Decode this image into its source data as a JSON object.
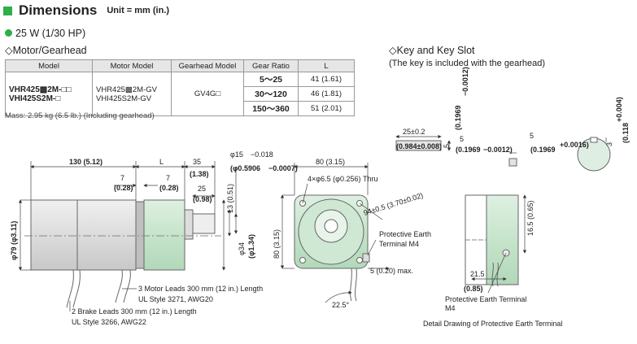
{
  "header": {
    "title": "Dimensions",
    "unit": "Unit = mm (in.)"
  },
  "power_label": "25 W (1/30 HP)",
  "motor_gearhead_heading": "◇Motor/Gearhead",
  "key_heading": "◇Key and Key Slot",
  "key_note": "(The key is included with the gearhead)",
  "table": {
    "headers": [
      "Model",
      "Motor Model",
      "Gearhead Model",
      "Gear Ratio",
      "L"
    ],
    "model_1": "VHR425▩2M-□□",
    "model_2": "VHI425S2M-□",
    "motor_1": "VHR425▩2M-GV",
    "motor_2": "VHI425S2M-GV",
    "gearhead": "GV4G□",
    "ratios": [
      "5～25",
      "30～120",
      "150～360"
    ],
    "lengths": [
      "41 (1.61)",
      "46 (1.81)",
      "51 (2.01)"
    ]
  },
  "mass": "Mass: 2.95 kg (6.5 lb.) (Including gearhead)",
  "dims": {
    "d130": "130 (5.12)",
    "dL": "L",
    "d35": "35",
    "d138": "(1.38)",
    "d7a": "7",
    "d028a": "(0.28)",
    "d7b": "7",
    "d028b": "(0.28)",
    "d25": "25",
    "d098": "(0.98)",
    "d13": "13 (0.51)",
    "dphi34": "φ34",
    "dphi134": "(φ1.34)",
    "dphi79": "φ79 (φ3.11)",
    "dphi15": "φ15",
    "dphi15tol": "−0.018",
    "dphi5906": "(φ0.5906",
    "dphi5906tol": "−0.0007)",
    "d80top": "80 (3.15)",
    "d80side": "80 (3.15)",
    "holes": "4×φ6.5 (φ0.256) Thru",
    "d94": "94±0.5 (3.70±0.02)",
    "pe1": "Protective Earth",
    "pe2": "Terminal M4",
    "d5": "5 (0.20) max.",
    "d225": "22.5°",
    "leads1": "3 Motor Leads 300 mm (12 in.) Length",
    "leads1b": "UL Style 3271, AWG20",
    "leads2": "2 Brake Leads 300 mm (12 in.) Length",
    "leads2b": "UL Style 3266, AWG22",
    "k25": "25±0.2",
    "k0984": "(0.984±0.008)",
    "k5": "5",
    "k1969a": "(0.1969",
    "k1969atol": "−0.0012)",
    "k5b": "5",
    "k1969b": "(0.1969",
    "k1969btol": "−0.0012)",
    "k5c": "5",
    "k1969c": "(0.1969",
    "k1969ctol": "+0.0016)",
    "k3": "3",
    "k0118": "(0.118",
    "k0118tol": "+0.004)",
    "pe_165": "16.5 (0.65)",
    "pe_215": "21.5",
    "pe_085": "(0.85)",
    "pe_terminal1": "Protective Earth Terminal",
    "pe_terminal2": "M4",
    "detail_caption": "Detail Drawing of Protective Earth Terminal"
  }
}
